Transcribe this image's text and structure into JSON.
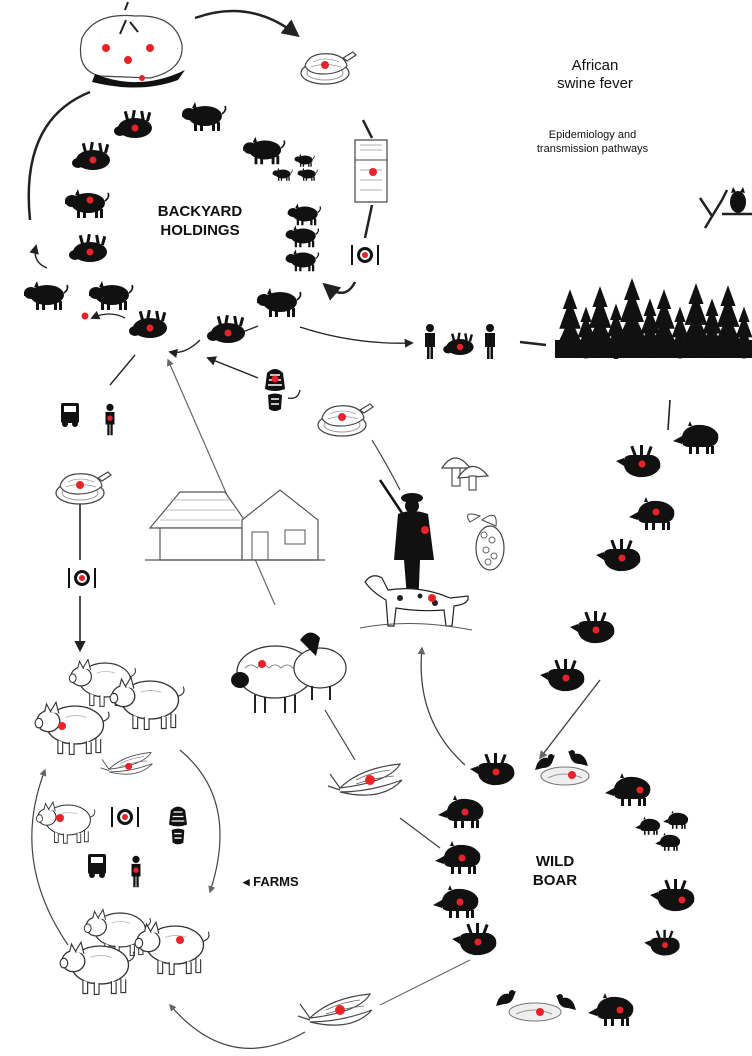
{
  "header": {
    "title_line1": "African",
    "title_line2": "swine fever",
    "subtitle_line1": "Epidemiology and",
    "subtitle_line2": "transmission pathways"
  },
  "regions": {
    "backyard_line1": "BACKYARD",
    "backyard_line2": "HOLDINGS",
    "wild_line1": "WILD",
    "wild_line2": "BOAR",
    "farms": "◂ FARMS"
  },
  "colors": {
    "infection_dot": "#e8232a",
    "silhouette": "#111111",
    "outline": "#444444",
    "background": "#ffffff"
  },
  "icons": [
    "pig-silhouette-icon",
    "dead-pig-icon",
    "carcass-icon",
    "ham-icon",
    "fridge-icon",
    "plate-icon",
    "boot-icon",
    "truck-icon",
    "person-icon",
    "forest-icon",
    "owl-icon",
    "mushroom-icon",
    "berry-icon",
    "hunter-icon",
    "hunting-dog-icon",
    "farmhouse-icon",
    "sheep-icon",
    "corn-icon",
    "crow-icon",
    "wild-boar-icon",
    "farm-pig-icon"
  ]
}
